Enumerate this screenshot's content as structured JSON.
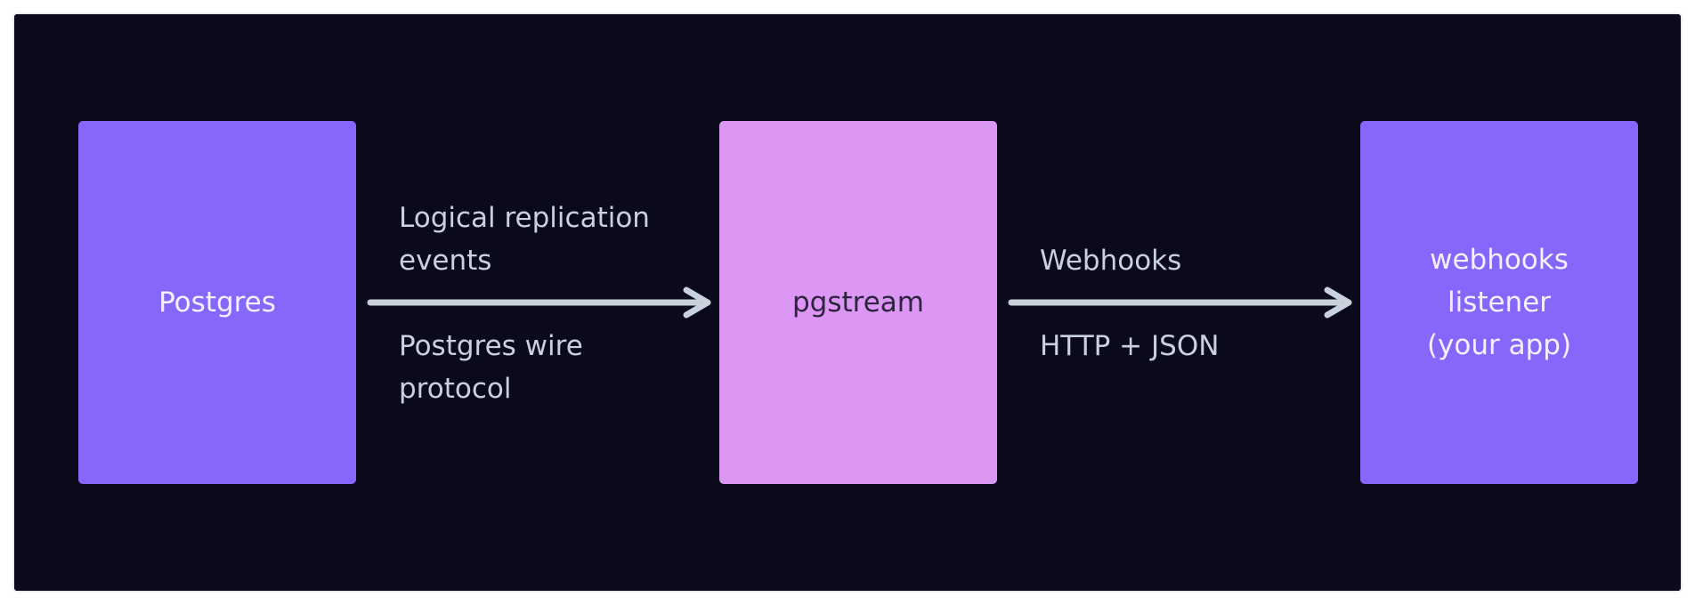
{
  "colors": {
    "background": "#0b0a1b",
    "frame_border": "#ffffff",
    "edge": "#c9d1dc",
    "label_text": "#c9d1dc",
    "node_primary_fill": "#8766fb",
    "node_primary_text": "#f4f1ff",
    "node_middle_fill": "#dc97f4",
    "node_middle_text": "#2e2440"
  },
  "nodes": {
    "source": {
      "label": "Postgres"
    },
    "middle": {
      "label": "pgstream"
    },
    "target": {
      "label": "webhooks\nlistener\n(your app)"
    }
  },
  "edges": {
    "first": {
      "label_top": "Logical replication\nevents",
      "label_bottom": "Postgres wire\nprotocol"
    },
    "second": {
      "label_top": "Webhooks",
      "label_bottom": "HTTP + JSON"
    }
  }
}
